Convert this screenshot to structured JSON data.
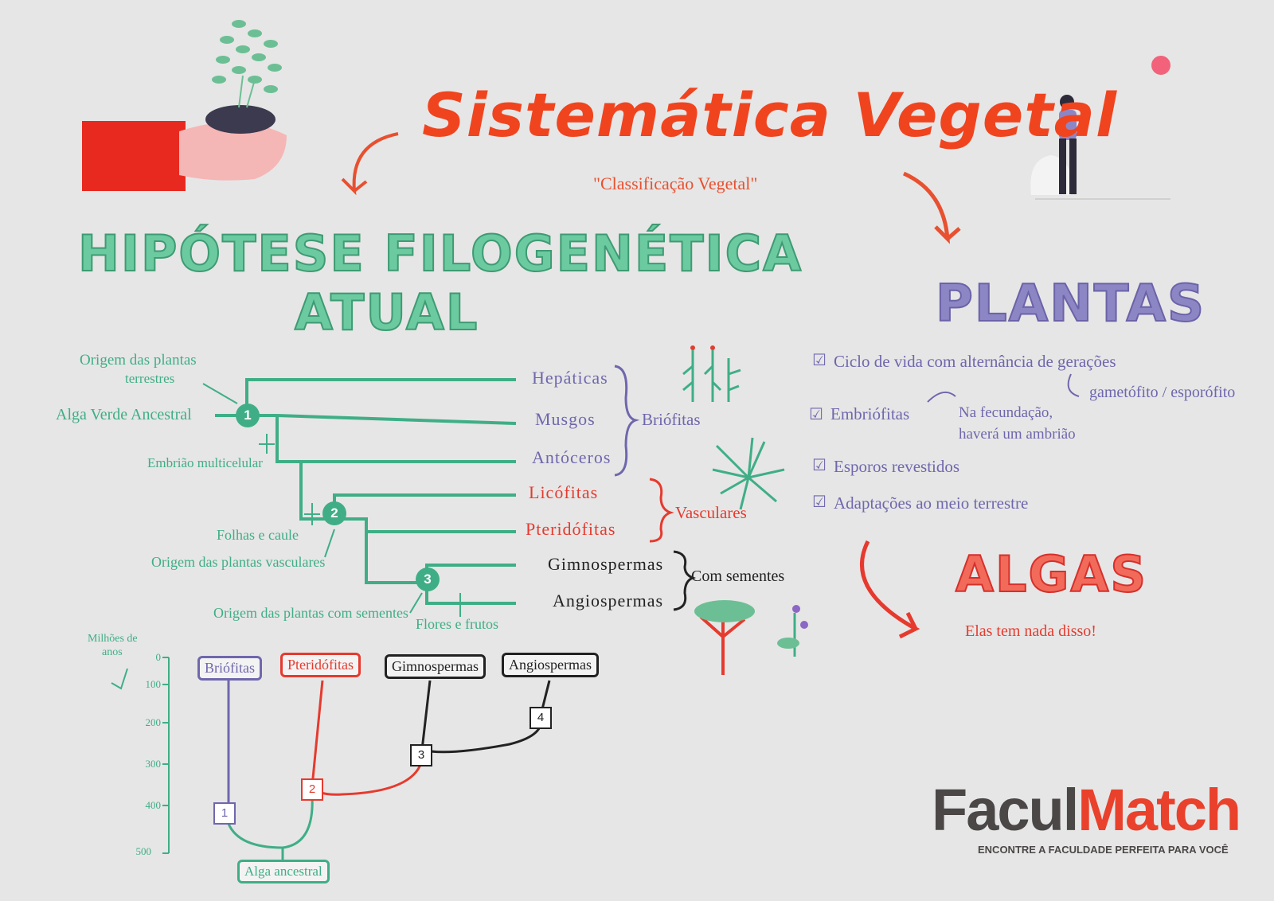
{
  "header": {
    "title": "Sistemática Vegetal",
    "subtitle": "\"Classificação Vegetal\""
  },
  "left_heading": {
    "line1": "HIPÓTESE FILOGENÉTICA",
    "line2": "ATUAL"
  },
  "cladogram": {
    "labels": {
      "origem_terrestres_1": "Origem das plantas",
      "origem_terrestres_2": "terrestres",
      "alga_ancestral": "Alga Verde Ancestral",
      "embriao": "Embrião multicelular",
      "folhas": "Folhas e caule",
      "origem_vasculares": "Origem das plantas vasculares",
      "origem_sementes": "Origem das plantas com sementes",
      "flores": "Flores e frutos"
    },
    "nodes": [
      "1",
      "2",
      "3"
    ],
    "taxa": [
      {
        "name": "Hepáticas",
        "color": "#6f67ad"
      },
      {
        "name": "Musgos",
        "color": "#6f67ad"
      },
      {
        "name": "Antóceros",
        "color": "#6f67ad"
      },
      {
        "name": "Licófitas",
        "color": "#e63a2e"
      },
      {
        "name": "Pteridófitas",
        "color": "#e63a2e"
      },
      {
        "name": "Gimnospermas",
        "color": "#222222"
      },
      {
        "name": "Angiospermas",
        "color": "#222222"
      }
    ],
    "groups": {
      "briofitas": "Briófitas",
      "vasculares": "Vasculares",
      "sementes": "Com sementes"
    }
  },
  "timeline": {
    "axis_label_1": "Milhões de",
    "axis_label_2": "anos",
    "ticks": [
      "0",
      "100",
      "200",
      "300",
      "400",
      "500"
    ],
    "boxes": {
      "briofitas": "Briófitas",
      "pteridofitas": "Pteridófitas",
      "gimnospermas": "Gimnospermas",
      "angiospermas": "Angiospermas",
      "alga": "Alga ancestral"
    },
    "markers": [
      "1",
      "2",
      "3",
      "4"
    ]
  },
  "plantas": {
    "title": "PLANTAS",
    "check_icon": "☑",
    "features": {
      "f1": "Ciclo de vida com alternância de gerações",
      "f1_sub": "gametófito / esporófito",
      "f2": "Embriófitas",
      "f2_note_1": "Na fecundação,",
      "f2_note_2": "haverá um ambrião",
      "f3": "Esporos revestidos",
      "f4": "Adaptações ao meio terrestre"
    }
  },
  "algas": {
    "title": "ALGAS",
    "subtitle": "Elas tem nada disso!"
  },
  "brand": {
    "part1": "Facul",
    "part2": "Match",
    "tagline": "ENCONTRE A FACULDADE PERFEITA PARA VOCÊ"
  },
  "colors": {
    "accent_orange": "#f0441f",
    "green": "#3fae86",
    "purple": "#6f67ad",
    "red": "#e63a2e"
  }
}
